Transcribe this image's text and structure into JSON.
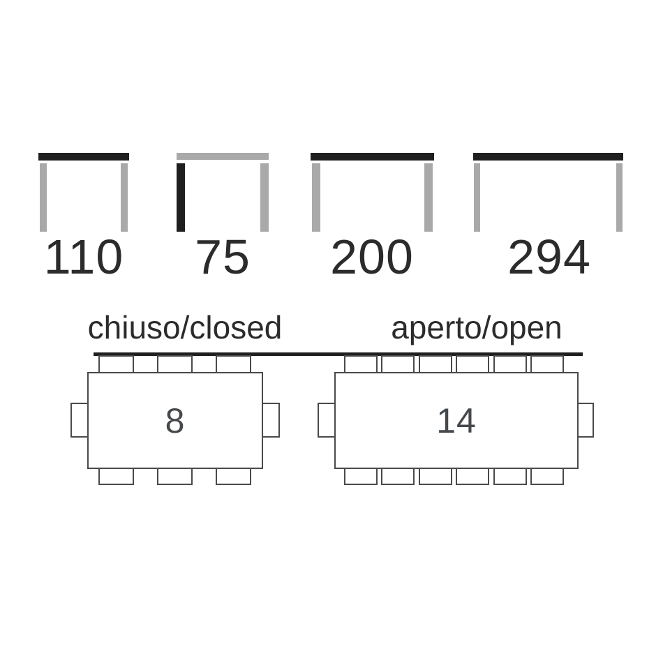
{
  "side_views": [
    {
      "value": "110",
      "top_tone": "dark",
      "left_leg_tone": "gray",
      "right_leg_tone": "gray"
    },
    {
      "value": "75",
      "top_tone": "gray",
      "left_leg_tone": "dark",
      "right_leg_tone": "gray"
    },
    {
      "value": "200",
      "top_tone": "dark",
      "left_leg_tone": "gray",
      "right_leg_tone": "gray"
    },
    {
      "value": "294",
      "top_tone": "dark",
      "left_leg_tone": "gray",
      "right_leg_tone": "gray"
    }
  ],
  "sections": {
    "closed_label": "chiuso/closed",
    "open_label": "aperto/open"
  },
  "seating": {
    "closed": {
      "capacity": "8"
    },
    "open": {
      "capacity": "14"
    }
  },
  "colors": {
    "highlight_dark": "#1f1f1f",
    "neutral_gray": "#a9a9a9",
    "dimension_text": "#2b2b2b",
    "label_text": "#2b2b2b",
    "plan_outline": "#4a4a4a",
    "capacity_text": "#46494c",
    "page_bg": "#ffffff"
  }
}
